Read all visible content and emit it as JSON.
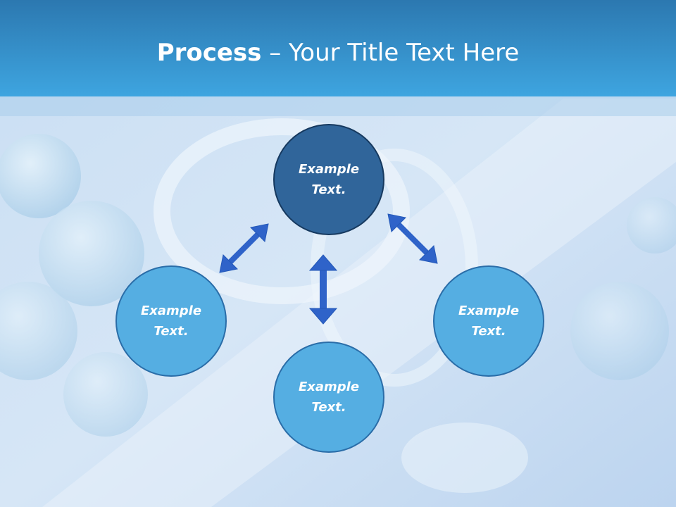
{
  "header": {
    "title_bold": "Process",
    "title_rest": " – Your Title Text Here"
  },
  "nodes": {
    "top": {
      "line1": "Example",
      "line2": "Text."
    },
    "left": {
      "line1": "Example",
      "line2": "Text."
    },
    "bottom": {
      "line1": "Example",
      "line2": "Text."
    },
    "right": {
      "line1": "Example",
      "line2": "Text."
    }
  },
  "colors": {
    "header": "#3ea5e0",
    "node_light": "#55aee2",
    "node_dark": "#30659a",
    "arrow": "#2f63c9"
  }
}
